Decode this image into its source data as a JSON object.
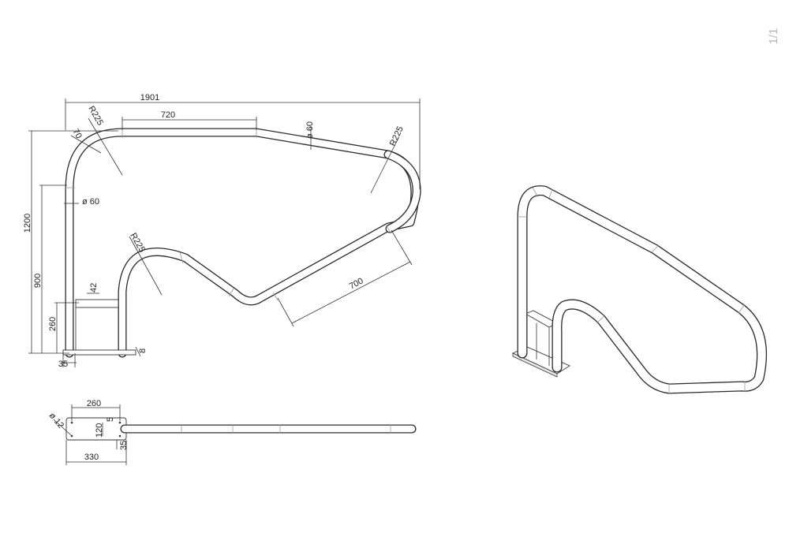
{
  "page_number": "1/1",
  "side_view": {
    "overall_width": "1901",
    "overall_height": "1200",
    "height_to_lower_bend": "900",
    "plate_height": "260",
    "base_offset": "35",
    "straight_top": "720",
    "diagonal_length": "700",
    "corner_radius_top_left": "R225",
    "corner_radius_right": "R225",
    "corner_radius_inner": "R225",
    "corner_chord": "70",
    "pipe_diameter_top": "ø 60",
    "pipe_diameter_post": "ø 60",
    "bracket_width": "42",
    "base_mark": "8"
  },
  "top_view": {
    "plate_hole_spacing": "260",
    "plate_width": "330",
    "plate_depth": "120",
    "hole_diameter": "ø 12",
    "edge_offset": "35",
    "small_offset": "5"
  },
  "colors": {
    "line": "#2a2a2a",
    "paper": "#ffffff",
    "page_number": "#b5b5b5"
  }
}
